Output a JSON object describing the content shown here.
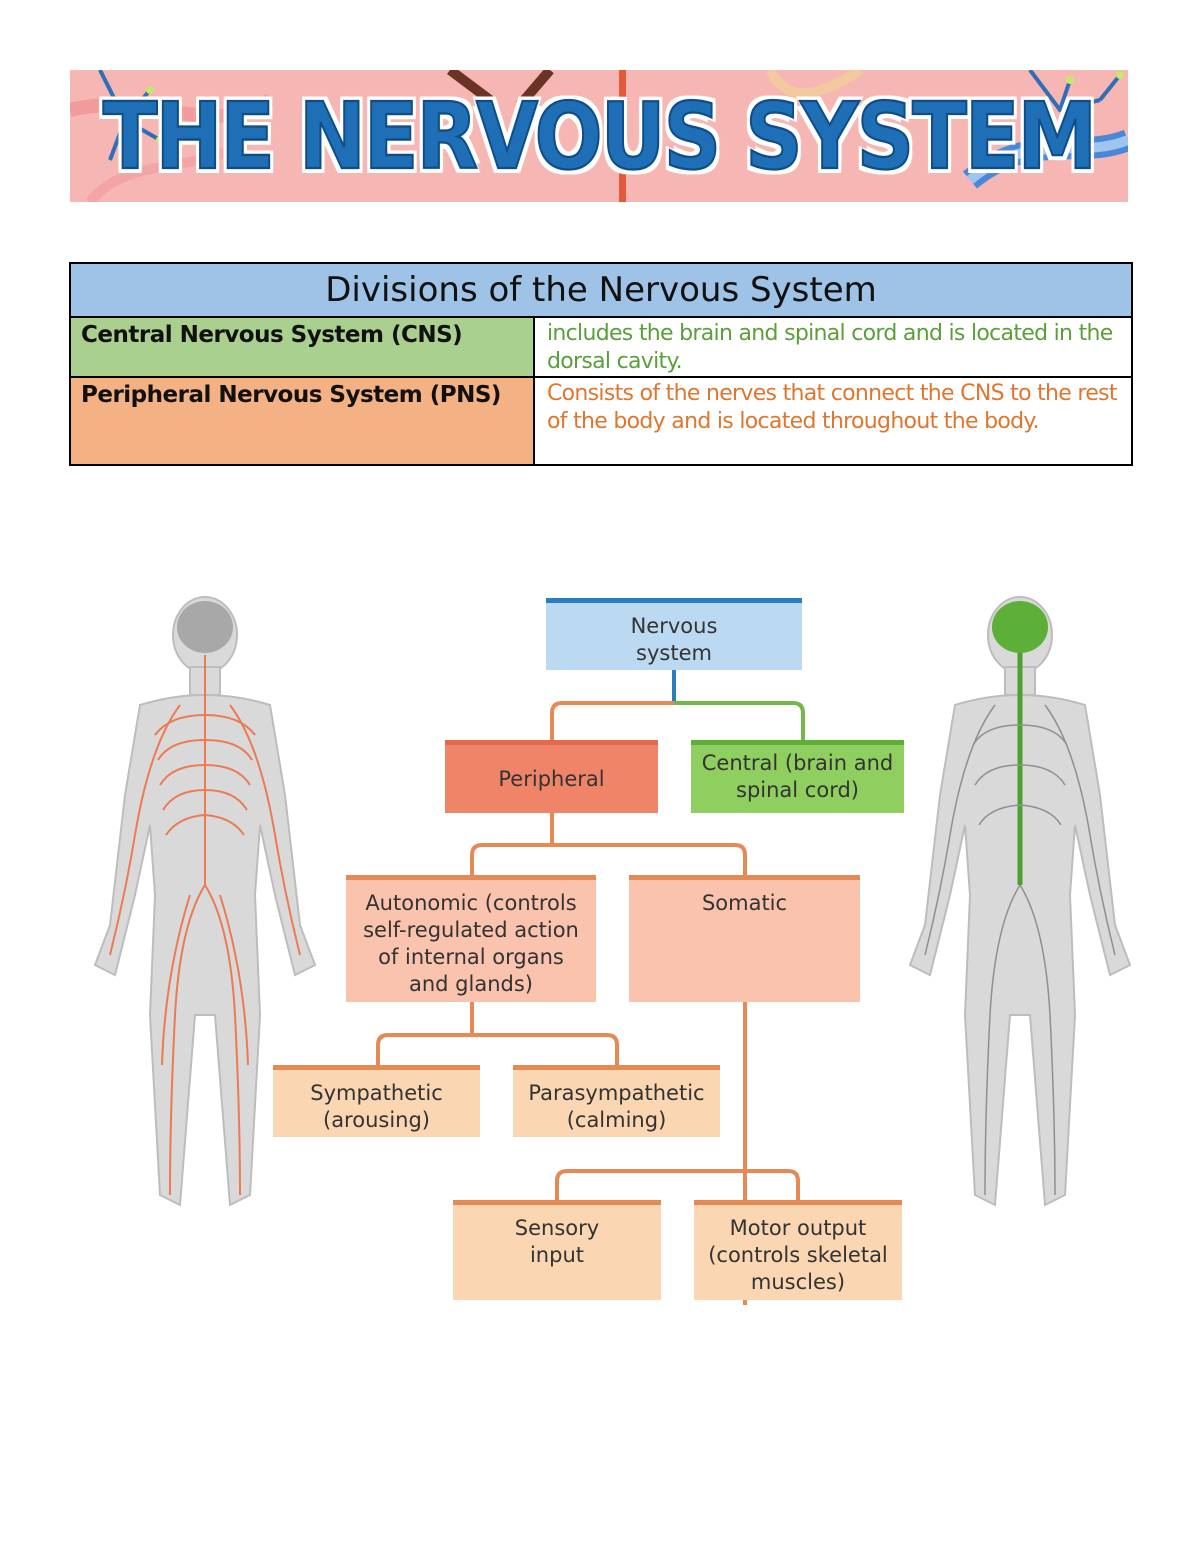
{
  "banner": {
    "title": "THE NERVOUS SYSTEM"
  },
  "table": {
    "heading": "Divisions of the Nervous System",
    "rows": [
      {
        "term": "Central Nervous System (CNS)",
        "description": "includes the brain and spinal cord and is located in the dorsal cavity."
      },
      {
        "term": "Peripheral Nervous System (PNS)",
        "description": "Consists of the nerves that connect the CNS to the rest of the body and is located throughout the body."
      }
    ]
  },
  "diagram": {
    "nervous_system": "Nervous\nsystem",
    "peripheral": "Peripheral",
    "central": "Central (brain and\nspinal cord)",
    "autonomic": "Autonomic (controls\nself-regulated action\nof internal organs\nand glands)",
    "somatic": "Somatic",
    "sympathetic": "Sympathetic\n(arousing)",
    "parasympathetic": "Parasympathetic\n(calming)",
    "sensory": "Sensory\ninput",
    "motor": "Motor output\n(controls skeletal\nmuscles)"
  },
  "colors": {
    "heading_bg": "#9fc3e6",
    "cns_bg": "#a9d08e",
    "pns_bg": "#f4b183",
    "cns_text": "#5a9f3a",
    "pns_text": "#e0762e",
    "connector_orange": "#e58a55",
    "connector_green": "#74b84a",
    "connector_blue": "#2b7cc0"
  },
  "icons": [
    "nervous-system-banner-illustration",
    "human-body-peripheral-nerves",
    "human-body-central-nerves"
  ]
}
